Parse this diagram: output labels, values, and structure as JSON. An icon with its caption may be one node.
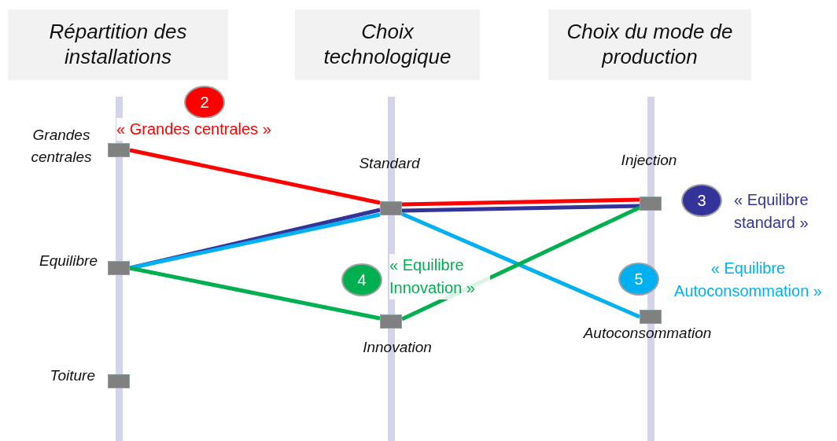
{
  "diagram": {
    "nodes": [
      {
        "text": [
          "Répartition des installations"
        ]
      },
      {
        "text": [
          "Choix technologique"
        ]
      },
      {
        "text": [
          "Choix du mode de production"
        ]
      },
      {
        "text": [
          "Grandes centrales"
        ]
      },
      {
        "text": [
          "Equilibre"
        ]
      },
      {
        "text": [
          "Toiture"
        ]
      },
      {
        "text": [
          "Standard"
        ]
      },
      {
        "text": [
          "Innovation"
        ]
      },
      {
        "text": [
          "Injection"
        ]
      },
      {
        "text": [
          "Autoconsommation"
        ]
      },
      {
        "text": [
          "2"
        ],
        "beside": [
          "« Grandes centrales »"
        ]
      },
      {
        "text": [
          "3"
        ],
        "beside": [
          "« Equilibre standard »"
        ]
      },
      {
        "text": [
          "4"
        ],
        "beside": [
          "« Equilibre Innovation »"
        ]
      },
      {
        "text": [
          "5"
        ],
        "beside": [
          "« Equilibre Autoconsommation »"
        ]
      }
    ],
    "edges": [
      {
        "from": 3,
        "to": 6,
        "arrow": "none",
        "color": "#ff0000"
      },
      {
        "from": 6,
        "to": 8,
        "arrow": "none",
        "color": "#ff0000"
      },
      {
        "from": 4,
        "to": 6,
        "arrow": "none",
        "color": "#333399"
      },
      {
        "from": 6,
        "to": 8,
        "arrow": "none",
        "color": "#333399"
      },
      {
        "from": 4,
        "to": 6,
        "arrow": "none",
        "color": "#00b0f0"
      },
      {
        "from": 6,
        "to": 9,
        "arrow": "none",
        "color": "#00b0f0"
      },
      {
        "from": 4,
        "to": 7,
        "arrow": "none",
        "color": "#00b050"
      },
      {
        "from": 7,
        "to": 8,
        "arrow": "none",
        "color": "#00b050"
      }
    ]
  }
}
